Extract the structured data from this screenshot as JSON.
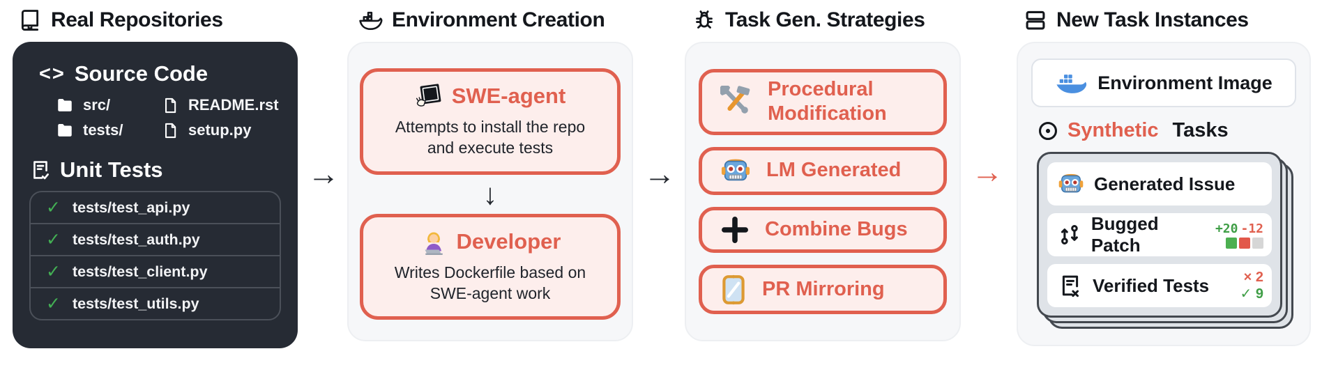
{
  "colors": {
    "accent_red": "#e0604f",
    "pink_fill": "#fdeeec",
    "dark_card": "#262b34",
    "light_card": "#f6f7f9",
    "green_check": "#43b054",
    "diff_green": "#4caf50",
    "diff_red": "#e2584a",
    "diff_gray": "#d6d6d6"
  },
  "headers": {
    "col1": "Real Repositories",
    "col2": "Environment Creation",
    "col3": "Task Gen. Strategies",
    "col4": "New Task Instances"
  },
  "arrows": {
    "right": "→",
    "down": "↓"
  },
  "repo": {
    "source_code_title": "Source Code",
    "code_glyph": "<>",
    "files": [
      {
        "icon": "folder-icon",
        "label": "src/"
      },
      {
        "icon": "file-icon",
        "label": "README.rst"
      },
      {
        "icon": "folder-icon",
        "label": "tests/"
      },
      {
        "icon": "file-icon",
        "label": "setup.py"
      }
    ],
    "unit_tests_title": "Unit Tests",
    "check_glyph": "✓",
    "tests": [
      "tests/test_api.py",
      "tests/test_auth.py",
      "tests/test_client.py",
      "tests/test_utils.py"
    ]
  },
  "environment": {
    "steps": [
      {
        "icon": "swe-agent-icon",
        "title": "SWE-agent",
        "body_lines": [
          "Attempts to install the repo",
          "and execute tests"
        ]
      },
      {
        "icon": "developer-icon",
        "title": "Developer",
        "body_lines": [
          "Writes Dockerfile based on",
          "SWE-agent work"
        ]
      }
    ]
  },
  "strategies": [
    {
      "icon": "hammer-wrench-icon",
      "label": "Procedural Modification"
    },
    {
      "icon": "robot-icon",
      "label": "LM Generated"
    },
    {
      "icon": "plus-icon",
      "label": "Combine Bugs"
    },
    {
      "icon": "mirror-icon",
      "label": "PR Mirroring"
    }
  ],
  "instances": {
    "environment_image_label": "Environment Image",
    "synthetic_accent": "Synthetic",
    "synthetic_rest": "Tasks",
    "rows": [
      {
        "icon": "robot-icon",
        "label": "Generated Issue"
      },
      {
        "icon": "git-compare-icon",
        "label": "Bugged Patch",
        "added": "+20",
        "removed": "-12"
      },
      {
        "icon": "doc-x-icon",
        "label": "Verified Tests",
        "fail_glyph": "×",
        "fail_count": "2",
        "pass_glyph": "✓",
        "pass_count": "9"
      }
    ]
  }
}
